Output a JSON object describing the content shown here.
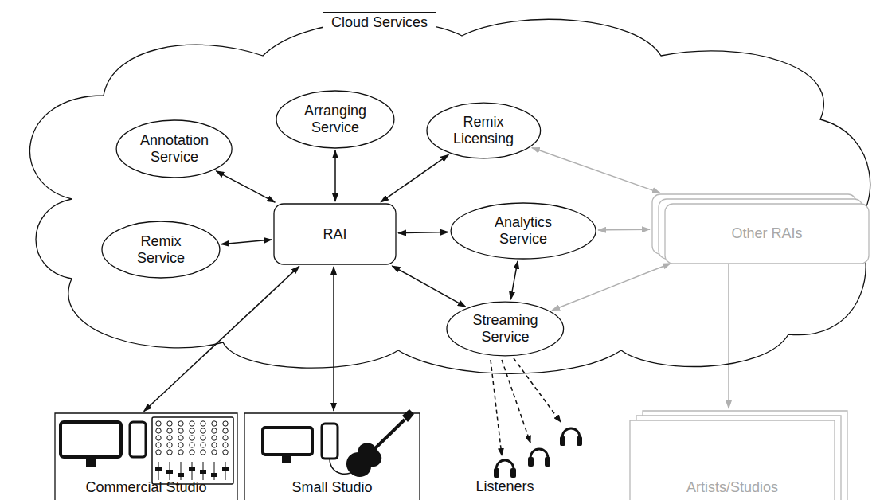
{
  "diagram": {
    "nodes": [
      {
        "text": [
          "Cloud Services"
        ]
      },
      {
        "text": [
          "Arranging Service"
        ],
        "in": 0
      },
      {
        "text": [
          "Annotation Service"
        ],
        "in": 0
      },
      {
        "text": [
          "Remix Licensing"
        ],
        "in": 0
      },
      {
        "text": [
          "RAI"
        ],
        "in": 0
      },
      {
        "text": [
          "Analytics Service"
        ],
        "in": 0
      },
      {
        "text": [
          "Remix Service"
        ],
        "in": 0
      },
      {
        "text": [
          "Other RAIs"
        ],
        "in": 0
      },
      {
        "text": [
          "Streaming Service"
        ],
        "in": 0
      },
      {
        "text": [
          "Commercial Studio"
        ]
      },
      {
        "text": [
          "Small Studio"
        ]
      },
      {
        "text": [
          "Artists/Studios"
        ]
      }
    ],
    "edges": [
      {
        "from": 4,
        "to": 2,
        "arrow": "both"
      },
      {
        "from": 4,
        "to": 1,
        "arrow": "both"
      },
      {
        "from": 4,
        "to": 3,
        "arrow": "both"
      },
      {
        "from": 4,
        "to": 6,
        "arrow": "both"
      },
      {
        "from": 4,
        "to": 5,
        "arrow": "both"
      },
      {
        "from": 4,
        "to": 8,
        "arrow": "both"
      },
      {
        "from": 5,
        "to": 8,
        "arrow": "both"
      },
      {
        "from": 3,
        "to": 7,
        "arrow": "both"
      },
      {
        "from": 5,
        "to": 7,
        "arrow": "both"
      },
      {
        "from": 8,
        "to": 7,
        "arrow": "both"
      },
      {
        "from": 4,
        "to": 9,
        "arrow": "both"
      },
      {
        "from": 4,
        "to": 10,
        "arrow": "both"
      },
      {
        "from": 7,
        "to": 11,
        "arrow": "to"
      }
    ],
    "labels": [
      "Listeners"
    ]
  }
}
